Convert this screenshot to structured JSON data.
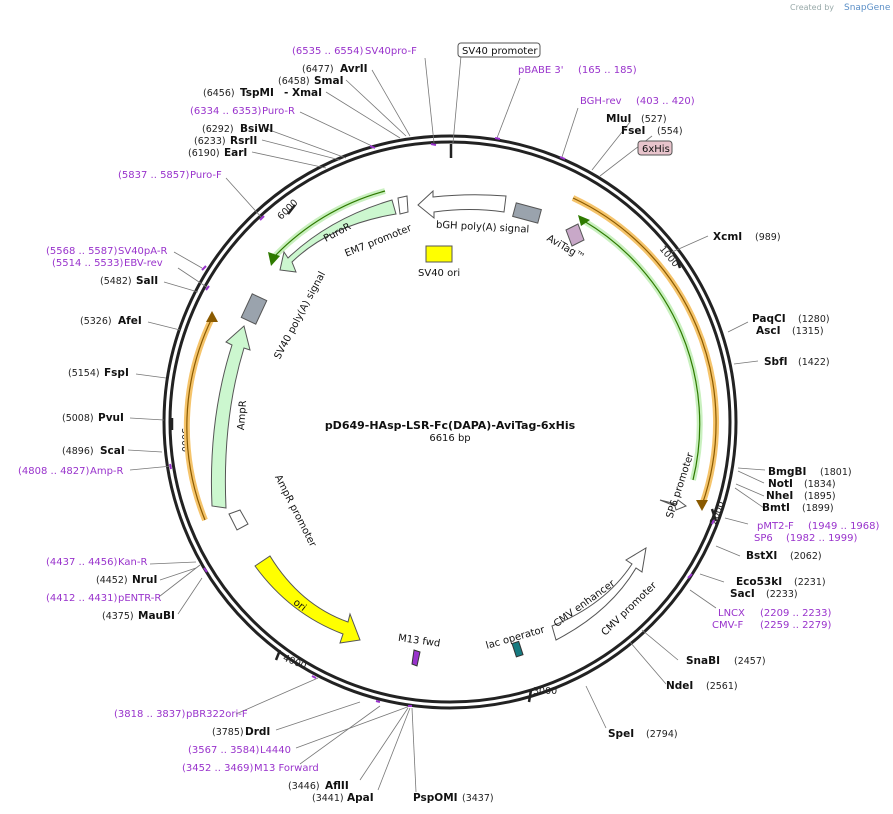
{
  "header": {
    "created_by": "Created by",
    "brand": "SnapGene"
  },
  "map": {
    "name": "pD649-HAsp-LSR-Fc(DAPA)-AviTag-6xHis",
    "length": "6616 bp",
    "ticks": [
      "1000",
      "2000",
      "3000",
      "4000",
      "5000",
      "6000"
    ]
  },
  "features": {
    "sv40_promoter": "SV40 promoter",
    "bgh_polya": "bGH poly(A) signal",
    "avitag": "AviTag™",
    "his6": "6xHis",
    "sv40_ori": "SV40 ori",
    "em7": "EM7 promoter",
    "puror": "PuroR",
    "sv40_polya": "SV40 poly(A) signal",
    "ampr": "AmpR",
    "ampr_promoter": "AmpR promoter",
    "ori": "ori",
    "m13fwd": "M13 fwd",
    "lac_operator": "lac operator",
    "cmv_enhancer": "CMV enhancer",
    "cmv_promoter": "CMV promoter",
    "sp6_promoter": "SP6 promoter"
  },
  "enzymes": [
    {
      "name": "MluI",
      "pos": "(527)"
    },
    {
      "name": "FseI",
      "pos": "(554)"
    },
    {
      "name": "XcmI",
      "pos": "(989)"
    },
    {
      "name": "PaqCI",
      "pos": "(1280)"
    },
    {
      "name": "AscI",
      "pos": "(1315)"
    },
    {
      "name": "SbfI",
      "pos": "(1422)"
    },
    {
      "name": "BmgBI",
      "pos": "(1801)"
    },
    {
      "name": "NotI",
      "pos": "(1834)"
    },
    {
      "name": "NheI",
      "pos": "(1895)"
    },
    {
      "name": "BmtI",
      "pos": "(1899)"
    },
    {
      "name": "BstXI",
      "pos": "(2062)"
    },
    {
      "name": "Eco53kI",
      "pos": "(2231)"
    },
    {
      "name": "SacI",
      "pos": "(2233)"
    },
    {
      "name": "SnaBI",
      "pos": "(2457)"
    },
    {
      "name": "NdeI",
      "pos": "(2561)"
    },
    {
      "name": "SpeI",
      "pos": "(2794)"
    },
    {
      "name": "PspOMI",
      "pos": "(3437)"
    },
    {
      "name": "ApaI",
      "pos": "(3441)"
    },
    {
      "name": "AflII",
      "pos": "(3446)"
    },
    {
      "name": "DrdI",
      "pos": "(3785)"
    },
    {
      "name": "MauBI",
      "pos": "(4375)"
    },
    {
      "name": "NruI",
      "pos": "(4452)"
    },
    {
      "name": "ScaI",
      "pos": "(4896)"
    },
    {
      "name": "PvuI",
      "pos": "(5008)"
    },
    {
      "name": "FspI",
      "pos": "(5154)"
    },
    {
      "name": "AfeI",
      "pos": "(5326)"
    },
    {
      "name": "SalI",
      "pos": "(5482)"
    },
    {
      "name": "EarI",
      "pos": "(6190)"
    },
    {
      "name": "RsrII",
      "pos": "(6233)"
    },
    {
      "name": "BsiWI",
      "pos": "(6292)"
    },
    {
      "name": "TspMI",
      "pos": "(6456)"
    },
    {
      "name": "XmaI",
      "pos": ""
    },
    {
      "name": "SmaI",
      "pos": "(6458)"
    },
    {
      "name": "AvrII",
      "pos": "(6477)"
    }
  ],
  "primers": [
    {
      "name": "SV40pro-F",
      "range": "(6535 .. 6554)"
    },
    {
      "name": "pBABE 3'",
      "range": "(165 .. 185)"
    },
    {
      "name": "BGH-rev",
      "range": "(403 .. 420)"
    },
    {
      "name": "Puro-R",
      "range": "(6334 .. 6353)"
    },
    {
      "name": "Puro-F",
      "range": "(5837 .. 5857)"
    },
    {
      "name": "SV40pA-R",
      "range": "(5568 .. 5587)"
    },
    {
      "name": "EBV-rev",
      "range": "(5514 .. 5533)"
    },
    {
      "name": "Amp-R",
      "range": "(4808 .. 4827)"
    },
    {
      "name": "pMT2-F",
      "range": "(1949 .. 1968)"
    },
    {
      "name": "SP6",
      "range": "(1982 .. 1999)"
    },
    {
      "name": "LNCX",
      "range": "(2209 .. 2233)"
    },
    {
      "name": "CMV-F",
      "range": "(2259 .. 2279)"
    },
    {
      "name": "Kan-R",
      "range": "(4437 .. 4456)"
    },
    {
      "name": "pENTR-R",
      "range": "(4412 .. 4431)"
    },
    {
      "name": "pBR322ori-F",
      "range": "(3818 .. 3837)"
    },
    {
      "name": "L4440",
      "range": "(3567 .. 3584)"
    },
    {
      "name": "M13 Forward",
      "range": "(3452 .. 3469)"
    }
  ]
}
